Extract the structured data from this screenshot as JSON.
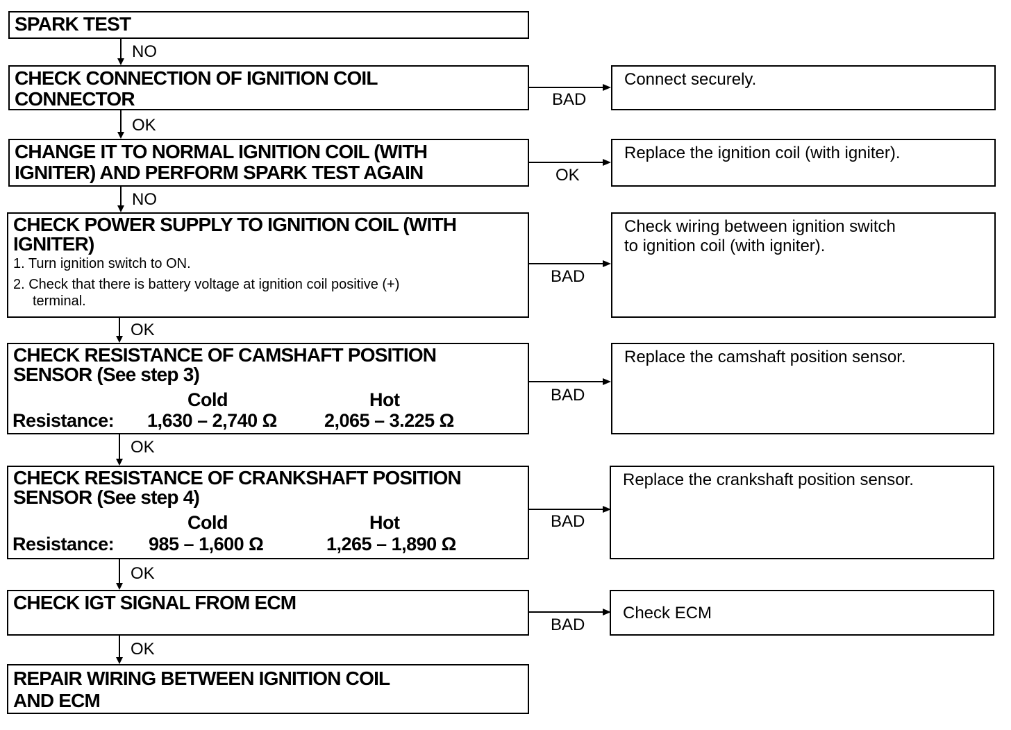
{
  "steps": [
    {
      "title": "SPARK TEST"
    },
    {
      "title": "CHECK CONNECTION OF IGNITION COIL\nCONNECTOR"
    },
    {
      "title": "CHANGE IT TO NORMAL IGNITION COIL (WITH\nIGNITER) AND PERFORM SPARK TEST AGAIN"
    },
    {
      "title": "CHECK POWER SUPPLY TO IGNITION COIL (WITH\nIGNITER)",
      "items": [
        "1. Turn ignition switch to ON.",
        "2. Check that there is battery voltage at ignition coil positive (+)",
        "terminal."
      ]
    },
    {
      "title": "CHECK RESISTANCE OF CAMSHAFT POSITION\nSENSOR (See step 3)",
      "cold_label": "Cold",
      "hot_label": "Hot",
      "resistance_label": "Resistance:",
      "cold_value": "1,630 – 2,740 Ω",
      "hot_value": "2,065 – 3.225 Ω"
    },
    {
      "title": "CHECK RESISTANCE OF CRANKSHAFT POSITION\nSENSOR (See step 4)",
      "cold_label": "Cold",
      "hot_label": "Hot",
      "resistance_label": "Resistance:",
      "cold_value": "985 – 1,600 Ω",
      "hot_value": "1,265 – 1,890 Ω"
    },
    {
      "title": "CHECK IGT SIGNAL FROM ECM"
    },
    {
      "title": "REPAIR WIRING BETWEEN IGNITION COIL\nAND ECM"
    }
  ],
  "down_labels": [
    "NO",
    "OK",
    "NO",
    "OK",
    "OK",
    "OK",
    "OK"
  ],
  "branches": [
    {
      "label": "BAD",
      "action": "Connect securely."
    },
    {
      "label": "OK",
      "action": "Replace the ignition coil (with igniter)."
    },
    {
      "label": "BAD",
      "action": "Check wiring between ignition switch\nto ignition coil (with igniter)."
    },
    {
      "label": "BAD",
      "action": "Replace the camshaft position sensor."
    },
    {
      "label": "BAD",
      "action": "Replace the crankshaft position sensor."
    },
    {
      "label": "BAD",
      "action": "Check ECM"
    }
  ]
}
